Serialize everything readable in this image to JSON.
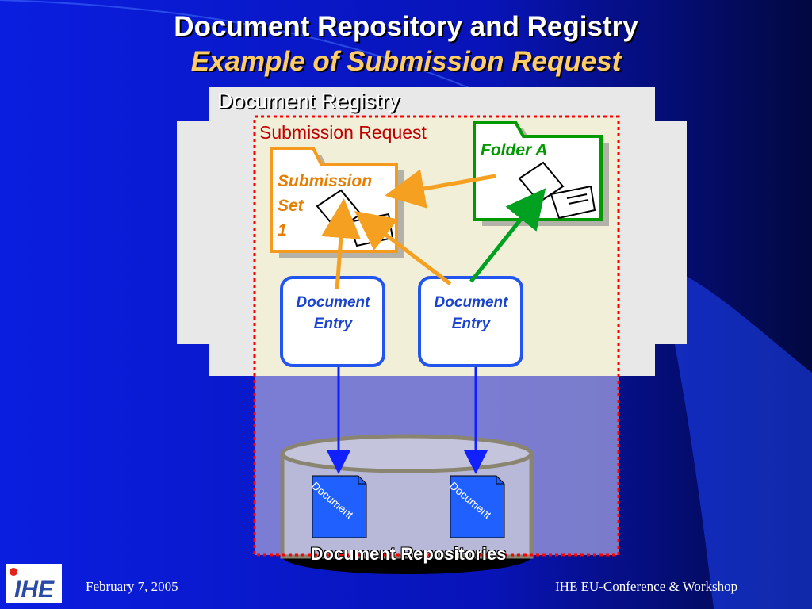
{
  "title": "Document Repository and Registry",
  "subtitle": "Example of Submission Request",
  "registry_label": "Document Registry",
  "submission_request_label": "Submission Request",
  "folder_label": "Folder  A",
  "submission_set_lines": [
    "Submission",
    "Set",
    "1"
  ],
  "entries": [
    "Document Entry",
    "Document Entry"
  ],
  "entry_lines": [
    "Document",
    "Entry"
  ],
  "documents": [
    "Document",
    "Document"
  ],
  "repository_label": "Document Repositories",
  "footer": {
    "date": "February 7, 2005",
    "conference": "IHE EU-Conference & Workshop",
    "logo_text": "IHE"
  },
  "colors": {
    "background": "#0a18d8",
    "submission_set": "#f59a1e",
    "folder": "#009900",
    "request_border": "#ff0000",
    "entry_border": "#2255ee"
  }
}
